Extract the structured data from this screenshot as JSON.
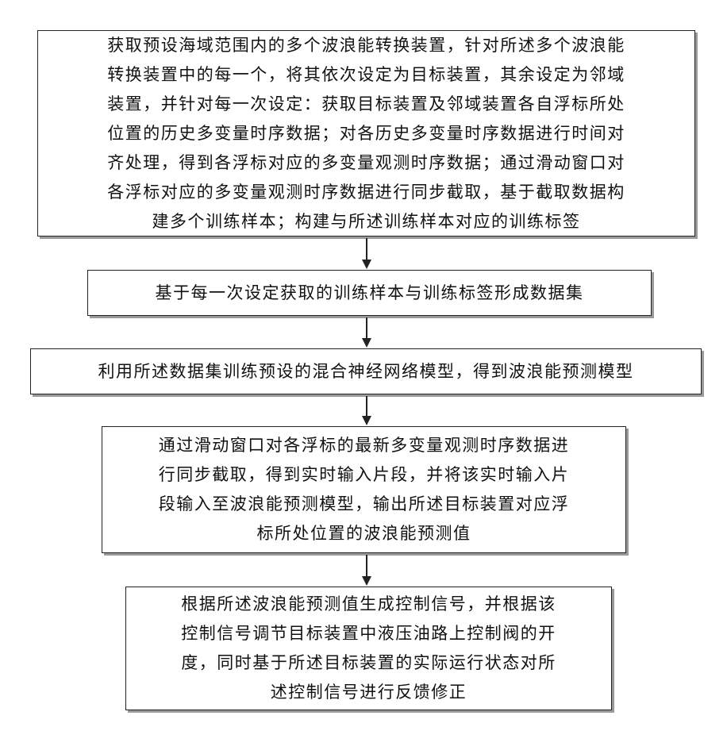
{
  "steps": [
    {
      "lines": [
        "获取预设海域范围内的多个波浪能转换装置，针对所述多个波浪能",
        "转换装置中的每一个，将其依次设定为目标装置，其余设定为邻域",
        "装置，并针对每一次设定：获取目标装置及邻域装置各自浮标所处",
        "位置的历史多变量时序数据；对各历史多变量时序数据进行时间对",
        "齐处理，得到各浮标对应的多变量观测时序数据；通过滑动窗口对",
        "各浮标对应的多变量观测时序数据进行同步截取，基于截取数据构",
        "建多个训练样本；构建与所述训练样本对应的训练标签"
      ]
    },
    {
      "lines": [
        "基于每一次设定获取的训练样本与训练标签形成数据集"
      ]
    },
    {
      "lines": [
        "利用所述数据集训练预设的混合神经网络模型，得到波浪能预测模型"
      ]
    },
    {
      "lines": [
        "通过滑动窗口对各浮标的最新多变量观测时序数据进",
        "行同步截取，得到实时输入片段，并将该实时输入片",
        "段输入至波浪能预测模型，输出所述目标装置对应浮",
        "标所处位置的波浪能预测值"
      ]
    },
    {
      "lines": [
        "根据所述波浪能预测值生成控制信号，并根据该",
        "控制信号调节目标装置中液压油路上控制阀的开",
        "度，同时基于所述目标装置的实际运行状态对所",
        "述控制信号进行反馈修正"
      ]
    }
  ]
}
